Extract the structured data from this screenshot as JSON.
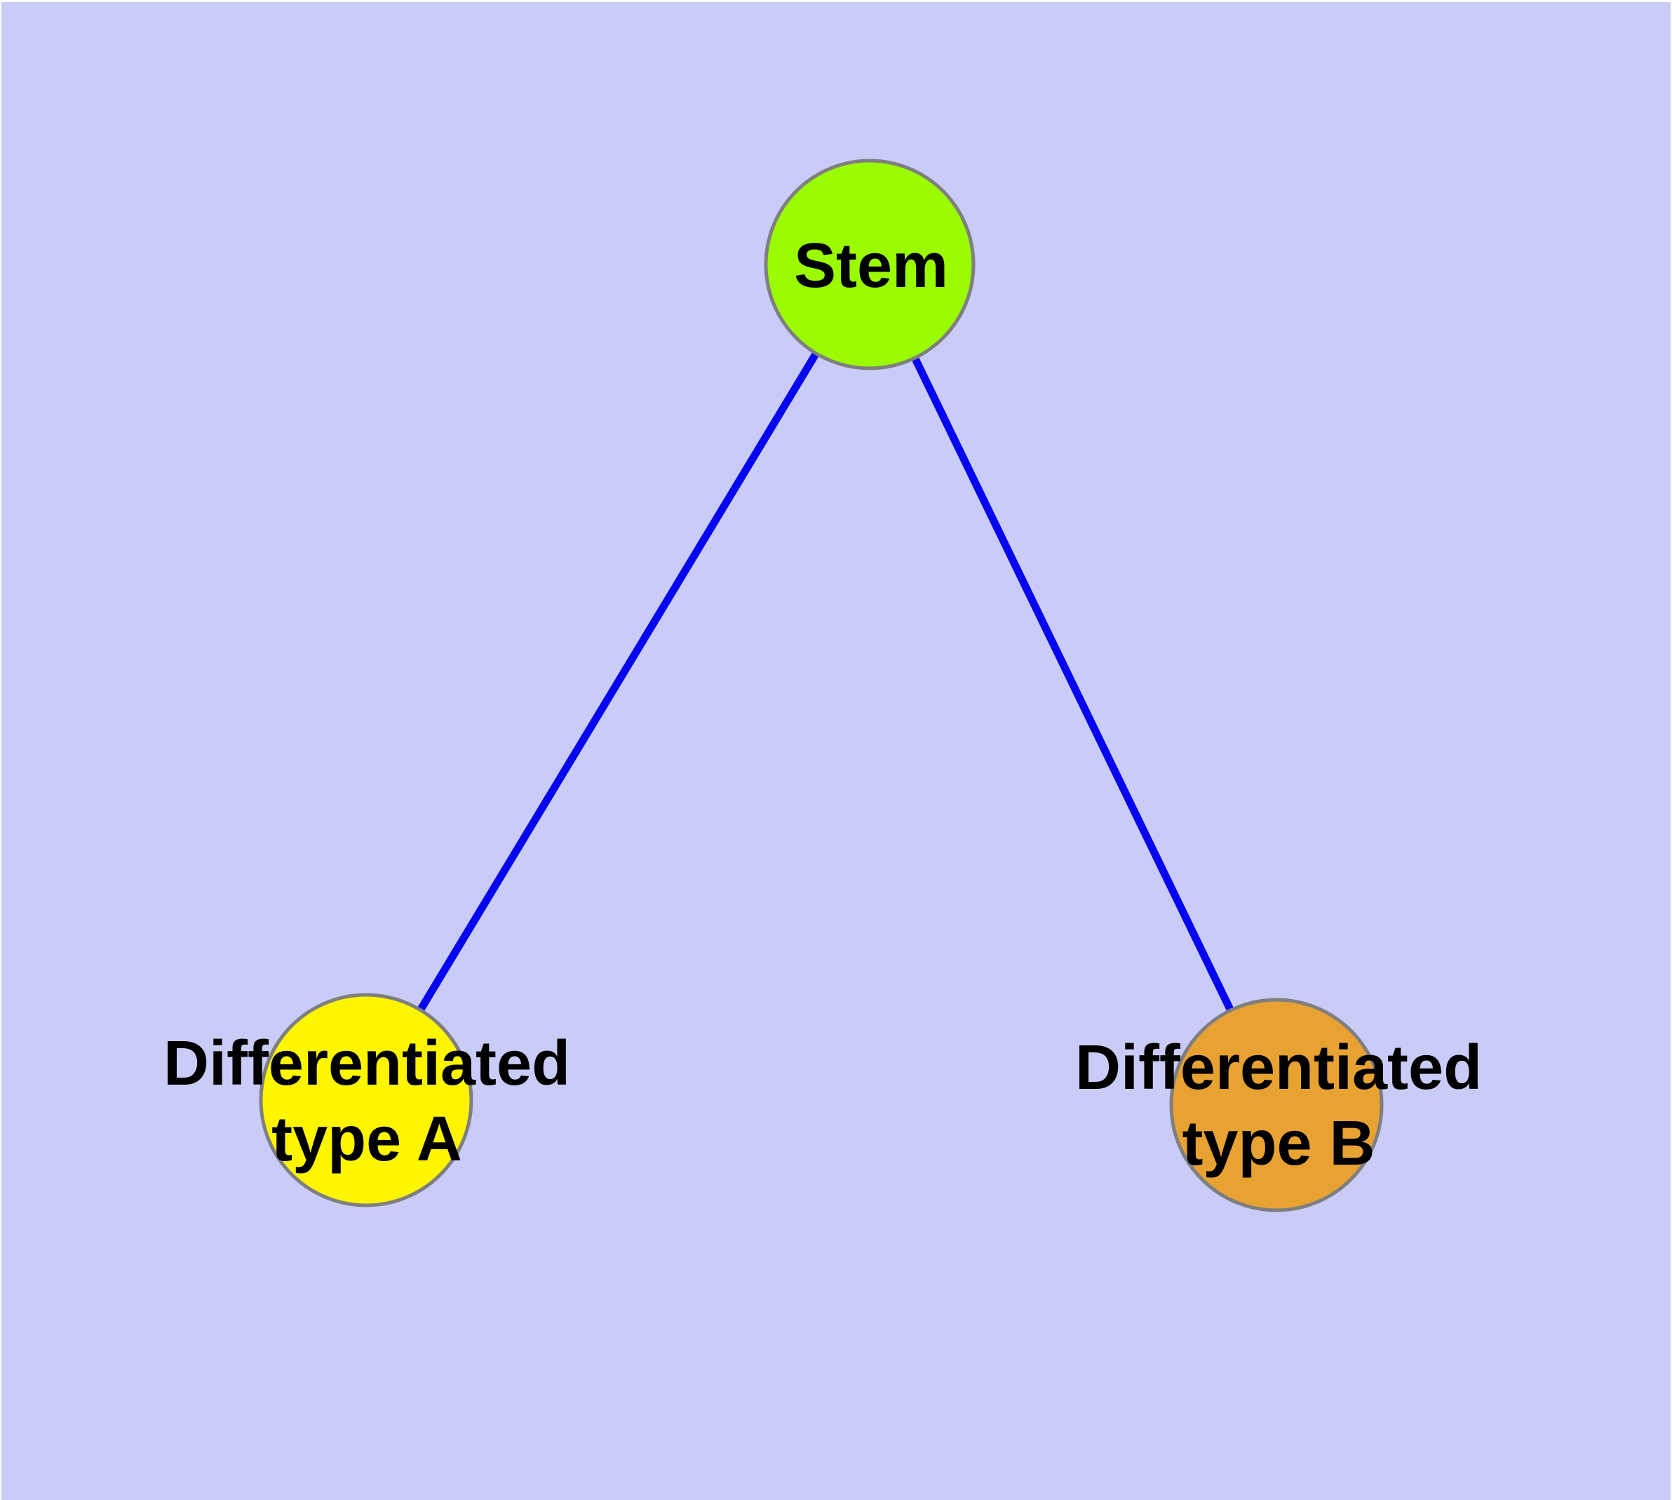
{
  "diagram": {
    "type": "node-link-graph",
    "background_color": "#CACCF8",
    "edge_color": "#0505F0",
    "node_border_color": "#7F7F7F",
    "label_color": "#000000",
    "nodes": [
      {
        "id": "stem",
        "label": "Stem",
        "fill": "#9BFB00"
      },
      {
        "id": "diff-a",
        "label": "Differentiated\ntype A",
        "fill": "#FEF500"
      },
      {
        "id": "diff-b",
        "label": "Differentiated\ntype B",
        "fill": "#E8A232"
      }
    ],
    "edges": [
      {
        "from": "stem",
        "to": "diff-a"
      },
      {
        "from": "stem",
        "to": "diff-b"
      }
    ]
  }
}
